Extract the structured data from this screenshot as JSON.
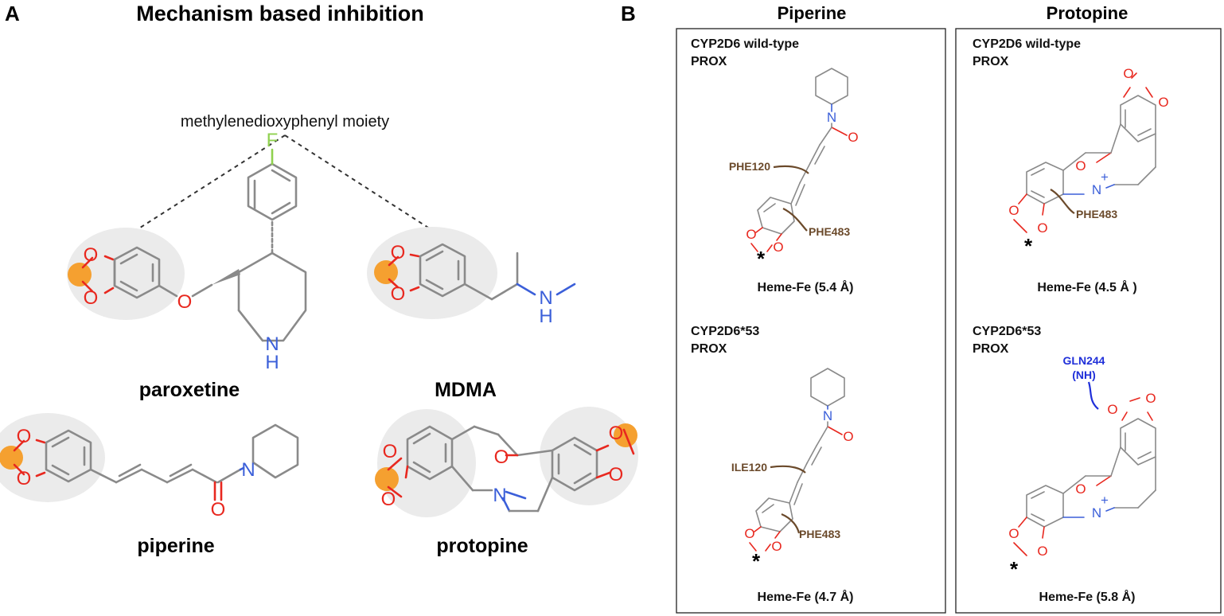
{
  "panelA": {
    "letter": "A",
    "title": "Mechanism based inhibition",
    "moiety_label": "methylenedioxyphenyl moiety",
    "molecules": [
      {
        "name": "paroxetine",
        "heteroatoms": [
          "O",
          "O",
          "O",
          "F",
          "N",
          "H"
        ]
      },
      {
        "name": "MDMA",
        "heteroatoms": [
          "O",
          "O",
          "N",
          "H"
        ]
      },
      {
        "name": "piperine",
        "heteroatoms": [
          "O",
          "O",
          "O",
          "N"
        ]
      },
      {
        "name": "protopine",
        "heteroatoms": [
          "O",
          "O",
          "O",
          "O",
          "O",
          "N"
        ]
      }
    ],
    "colors": {
      "oxygen": "#e8281f",
      "nitrogen": "#3b5fd9",
      "fluorine": "#8fd14f",
      "carbon": "#8a8a8a",
      "site_marker": "#f5a030",
      "moiety_highlight": "#ebebeb"
    }
  },
  "panelB": {
    "letter": "B",
    "columns": [
      "Piperine",
      "Protopine"
    ],
    "boxes": [
      {
        "variant": "CYP2D6 wild-type",
        "mode": "PROX",
        "residues": [
          "PHE120",
          "PHE483"
        ],
        "heme": "Heme-Fe (5.4 Å)"
      },
      {
        "variant": "CYP2D6*53",
        "mode": "PROX",
        "residues": [
          "ILE120",
          "PHE483"
        ],
        "heme": "Heme-Fe (4.7 Å)"
      },
      {
        "variant": "CYP2D6 wild-type",
        "mode": "PROX",
        "residues": [
          "PHE483"
        ],
        "heme": "Heme-Fe (4.5 Å )"
      },
      {
        "variant": "CYP2D6*53",
        "mode": "PROX",
        "residues": [
          "GLN244",
          "(NH)"
        ],
        "heme": "Heme-Fe (5.8 Å)"
      }
    ],
    "star": "*",
    "plus": "+",
    "colors": {
      "residue_contact": "#6b4a2b",
      "hbond_residue": "#1f2fd9"
    }
  }
}
